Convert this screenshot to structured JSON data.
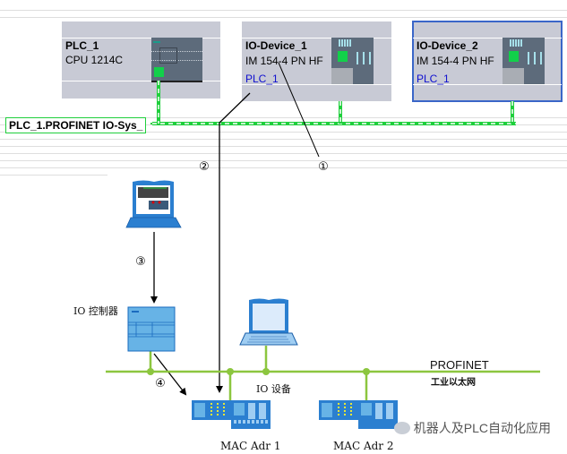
{
  "top_view": {
    "devices": [
      {
        "name": "PLC_1",
        "type": "CPU 1214C",
        "link": "",
        "selected": false
      },
      {
        "name": "IO-Device_1",
        "type": "IM 154-4 PN HF",
        "link": "PLC_1",
        "selected": false
      },
      {
        "name": "IO-Device_2",
        "type": "IM 154-4 PN HF",
        "link": "PLC_1",
        "selected": true
      }
    ],
    "network_label": "PLC_1.PROFINET IO-Sys_",
    "colors": {
      "network": "#1fcf3c",
      "device_box": "#c8cad5",
      "selection": "#3a66c8",
      "link_text": "#1010d0"
    }
  },
  "callouts": [
    "①",
    "②",
    "③",
    "④"
  ],
  "bottom_view": {
    "controller_label": "IO 控制器",
    "device_label": "IO 设备",
    "network_name": "PROFINET",
    "network_subtitle": "工业以太网",
    "mac_labels": [
      "MAC Adr 1",
      "MAC Adr 2"
    ],
    "colors": {
      "bus": "#8cc63f",
      "hardware": "#2b7fd0"
    }
  },
  "watermark": "机器人及PLC自动化应用"
}
